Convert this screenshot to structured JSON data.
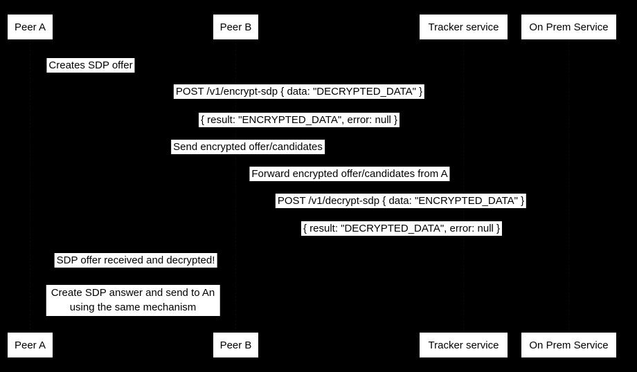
{
  "diagram": {
    "type": "sequence-diagram",
    "colors": {
      "background": "#000000",
      "label_background": "#ffffff",
      "label_text": "#000000"
    },
    "actors": [
      {
        "id": "peer-a",
        "label": "Peer A"
      },
      {
        "id": "peer-b",
        "label": "Peer B"
      },
      {
        "id": "tracker-service",
        "label": "Tracker service"
      },
      {
        "id": "on-prem-service",
        "label": "On Prem Service"
      }
    ],
    "messages": [
      {
        "text": "Creates SDP offer"
      },
      {
        "text": "POST /v1/encrypt-sdp { data: \"DECRYPTED_DATA\" }"
      },
      {
        "text": "{ result: \"ENCRYPTED_DATA\", error: null }"
      },
      {
        "text": "Send encrypted offer/candidates"
      },
      {
        "text": "Forward encrypted offer/candidates from A"
      },
      {
        "text": "POST /v1/decrypt-sdp { data: \"ENCRYPTED_DATA\" }"
      },
      {
        "text": "{ result: \"DECRYPTED_DATA\", error: null }"
      },
      {
        "text": "SDP offer received and decrypted!"
      }
    ],
    "note": {
      "lines": [
        "Create SDP answer and send to An",
        "using the same mechanism"
      ]
    }
  }
}
